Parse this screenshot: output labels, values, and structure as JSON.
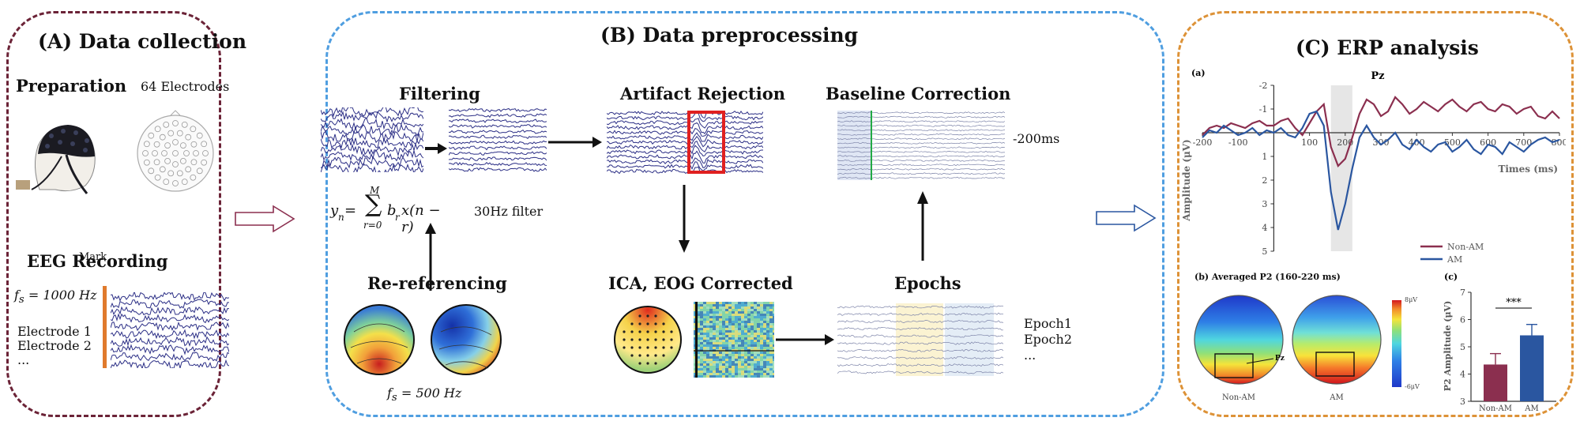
{
  "panels": {
    "a": {
      "title": "(A) Data collection",
      "preparation": "Preparation",
      "electrodes": "64 Electrodes",
      "eeg_recording": "EEG Recording",
      "mark": "Mark",
      "fs": "f",
      "fs_sub": "s",
      "fs_value": " = 1000 Hz",
      "electrode1": "Electrode 1",
      "electrode2": "Electrode 2",
      "ellipsis": "..."
    },
    "b": {
      "title": "(B) Data preprocessing",
      "filtering": "Filtering",
      "formula_lhs": "y",
      "formula_lhs_sub": "n",
      "formula_eq": " = ",
      "sum_top": "M",
      "sum_bottom": "r=0",
      "formula_rhs": "b",
      "formula_rhs_sub": "r",
      "formula_rhs_tail": "x(n − r)",
      "filter_label": "30Hz filter",
      "artifact_rejection": "Artifact Rejection",
      "baseline_correction": "Baseline Correction",
      "baseline_ms": "-200ms",
      "re_referencing": "Re-referencing",
      "fs": "f",
      "fs_sub": "s",
      "fs_value": " = 500 Hz",
      "ica": "ICA, EOG Corrected",
      "epochs": "Epochs",
      "epoch1": "Epoch1",
      "epoch2": "Epoch2",
      "epoch_more": "..."
    },
    "c": {
      "title": "(C) ERP analysis",
      "sub_a": "(a)",
      "pz": "Pz",
      "xlabel": "Times (ms)",
      "ylabel": "Amplitude (μV)",
      "legend_nonam": "Non-AM",
      "legend_am": "AM",
      "sub_b": "(b) Averaged P2 (160-220 ms)",
      "topo_nonam": "Non-AM",
      "topo_am": "AM",
      "topo_pz": "Pz",
      "scale_top": "8μV",
      "scale_bottom": "-6μV",
      "sub_c": "(c)",
      "bar_ylabel": "P2 Amplitude (μV)",
      "significance": "***"
    }
  },
  "colors": {
    "panel_a_border": "#6b2337",
    "panel_b_border": "#4f9ee0",
    "panel_c_border": "#dd9237",
    "non_am": "#8b2f4f",
    "am": "#2a56a0",
    "eeg_trace": "#2c2f86",
    "artifact_box": "#e02020"
  },
  "chart_data": [
    {
      "type": "line",
      "title": "Pz",
      "xlabel": "Times (ms)",
      "ylabel": "Amplitude (μV)",
      "xlim": [
        -200,
        800
      ],
      "ylim": [
        -2,
        5
      ],
      "y_inverted": true,
      "xticks": [
        -200,
        -100,
        100,
        200,
        300,
        400,
        500,
        600,
        700,
        800
      ],
      "yticks": [
        -2,
        -1,
        1,
        2,
        3,
        4,
        5
      ],
      "highlight_x": [
        160,
        220
      ],
      "legend": "right",
      "series": [
        {
          "name": "Non-AM",
          "color": "#8b2f4f",
          "x": [
            -200,
            -180,
            -160,
            -140,
            -120,
            -100,
            -80,
            -60,
            -40,
            -20,
            0,
            20,
            40,
            60,
            80,
            100,
            120,
            140,
            160,
            180,
            200,
            220,
            240,
            260,
            280,
            300,
            320,
            340,
            360,
            380,
            400,
            420,
            440,
            460,
            480,
            500,
            520,
            540,
            560,
            580,
            600,
            620,
            640,
            660,
            680,
            700,
            720,
            740,
            760,
            780,
            800
          ],
          "y": [
            0.1,
            -0.2,
            -0.3,
            -0.2,
            -0.4,
            -0.3,
            -0.2,
            -0.4,
            -0.5,
            -0.3,
            -0.3,
            -0.5,
            -0.6,
            -0.2,
            0.1,
            -0.4,
            -0.9,
            -1.2,
            0.6,
            1.4,
            1.1,
            0.2,
            -0.8,
            -1.4,
            -1.2,
            -0.7,
            -0.9,
            -1.5,
            -1.2,
            -0.8,
            -1.0,
            -1.3,
            -1.1,
            -0.9,
            -1.2,
            -1.4,
            -1.1,
            -0.9,
            -1.2,
            -1.3,
            -1.0,
            -0.9,
            -1.2,
            -1.1,
            -0.8,
            -1.0,
            -1.1,
            -0.7,
            -0.6,
            -0.9,
            -0.6
          ]
        },
        {
          "name": "AM",
          "color": "#2a56a0",
          "x": [
            -200,
            -180,
            -160,
            -140,
            -120,
            -100,
            -80,
            -60,
            -40,
            -20,
            0,
            20,
            40,
            60,
            80,
            100,
            120,
            140,
            160,
            180,
            200,
            220,
            240,
            260,
            280,
            300,
            320,
            340,
            360,
            380,
            400,
            420,
            440,
            460,
            480,
            500,
            520,
            540,
            560,
            580,
            600,
            620,
            640,
            660,
            680,
            700,
            720,
            740,
            760,
            780,
            800
          ],
          "y": [
            0.2,
            -0.1,
            0.0,
            -0.3,
            -0.1,
            0.1,
            0.0,
            -0.2,
            0.1,
            -0.1,
            0.0,
            -0.2,
            0.1,
            0.2,
            -0.2,
            -0.8,
            -0.9,
            -0.3,
            2.5,
            4.1,
            3.0,
            1.5,
            0.2,
            -0.3,
            0.2,
            0.5,
            0.3,
            0.0,
            0.5,
            0.7,
            0.3,
            0.6,
            0.8,
            0.5,
            0.4,
            0.8,
            0.6,
            0.3,
            0.7,
            0.9,
            0.5,
            0.6,
            0.9,
            0.4,
            0.6,
            0.8,
            0.5,
            0.3,
            0.2,
            0.4,
            0.3
          ]
        }
      ]
    },
    {
      "type": "bar",
      "ylabel": "P2 Amplitude (μV)",
      "ylim": [
        3,
        7
      ],
      "yticks": [
        3,
        4,
        5,
        6,
        7
      ],
      "categories": [
        "Non-AM",
        "AM"
      ],
      "values": [
        4.35,
        5.42
      ],
      "errors": [
        0.4,
        0.4
      ],
      "colors": [
        "#8b2f4f",
        "#2a56a0"
      ],
      "annotation": "***"
    }
  ]
}
